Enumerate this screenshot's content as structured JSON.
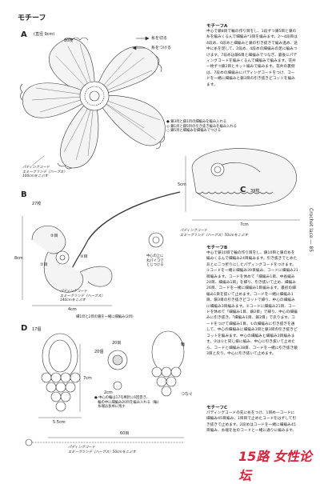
{
  "page": {
    "section_title": "モチーフ",
    "side_label": "Crochet lace — 85",
    "logo": "15路 女性论坛"
  },
  "motif_a": {
    "letter": "A",
    "size": "(直径 9cm)",
    "count": "20枚",
    "arrow_cut": "糸を切る",
    "arrow_join": "糸をつける",
    "note_lines": [
      "● 鎖3目と鎖1目の細編みを編み入れる",
      "◎ 鎖1目と鎖5目の引き抜き編みを編み入れる",
      "○ 鎖5目と細編みを細編みでつける"
    ],
    "cord_label": "パディングコード\nエミーグランデ〈ハーブス〉\n100cmをこぶす"
  },
  "motif_b": {
    "letter": "B",
    "count": "27枚",
    "dim_v": "8cm",
    "dim_h": "4cm",
    "cord_label": "パディングコード\nエミーグランデ〈ハーブス〉\n140cmをこぶす",
    "note": "細1目と2目の鎖を一緒に細編み(2目)",
    "side_note": "中心の上に\n丸パイコで\nとじつける",
    "center_labels": [
      "②目",
      "①目",
      "③目"
    ]
  },
  "motif_c": {
    "letter": "C",
    "count": "39枚",
    "dim_v": "5cm",
    "dim_h": "7cm",
    "cord_label": "パディングコード\nエミーグランデ〈ハーブス〉50cmをこぶす"
  },
  "motif_d": {
    "letter": "D",
    "count": "17個",
    "size1": "7cm",
    "size2": "5.5cm",
    "dim_small": "2cm",
    "count_sub": "20目",
    "count_bead": "20個",
    "label_join": "つなぐ",
    "label_ring": "輪",
    "note_lines": [
      "● 中心の輪は17号棒針に6回巻き、",
      "　輪の中に細編み20目を編み入れる（輪)",
      "　糸端は長めに残す"
    ],
    "chain_count": "60目",
    "cord_label": "パディングコード\nエミーグランデ〈ハーブス〉50cmをこぶす"
  },
  "instructions": {
    "a_head": "モチーフA",
    "a_body": "中心で鎖8目で輪の作り目をし、1段ずつ鎖5目と鎖の糸を編みくるんで細編み*3目を編みます。2～4段目は4段め、6段めと細編みと鎖の引き抜きで編み進め、途中に糸を足して、2段め、4段めの細編みの足に編みつけます。7段めは鎖6目と細編みでつなぎ、最後にパディングコードを編みくるんで細編みで編みます。花弁一枚ずつ鎖2目とネット編みで編みます。花弁の裏側は、7段めの細編みにパディングコードをつけ、コードを一緒に細編みと鎖3目の引き抜きピコットを編みます。",
    "b_head": "モチーフB",
    "b_body": "中心で鎖10目で輪の作り目をし、鎖10目と鎖の糸を編みくるんで細編み24目編みます。引き抜きでとめたあとに二つ折りにしたパディングコードをつけます。①コードを一緒に細編み39目編み、コードに細編み21目編みます。コードを休めて「細編み1目、中長編み24目、細編み1目」を繰り、引き抜いて止め、細編み26目、コードを一緒に細編み1目編みます。最初の細編み1目を抜いて止めます。コードを一緒に細編み1目、鎖3目の引き抜きピコットで繰り、中心の細編みに細編み3目編みます。②コードに細編み21目、コードを休めて「細編み1目、鎖2目」で繰り、中心の細編みに引き抜き、「細編み1目、鎖2目」で戻ります。コードをつけて細編み1目。①の細編みに引き抜きを通して、中心の細編みに細編み3目と鎖3目の引き抜きピコットを編みます。中心の細編みと細編み3目編みます。③は①と同じ様に編み、中心に引き抜いて止めたら、コードと細編み38目、コードを一緒に引き抜き鎖3目と戻り、中心に引き抜いて止めます。",
    "c_head": "モチーフC",
    "c_body": "パディングコードの先に糸をつけ、1目め一コードに細編み45目編み、1目目で止めたコードをはずして引き抜きで止めます。2段めはコードを一緒に細編み45目編み、糸端を左のコードと一緒に通りに編みます。"
  }
}
